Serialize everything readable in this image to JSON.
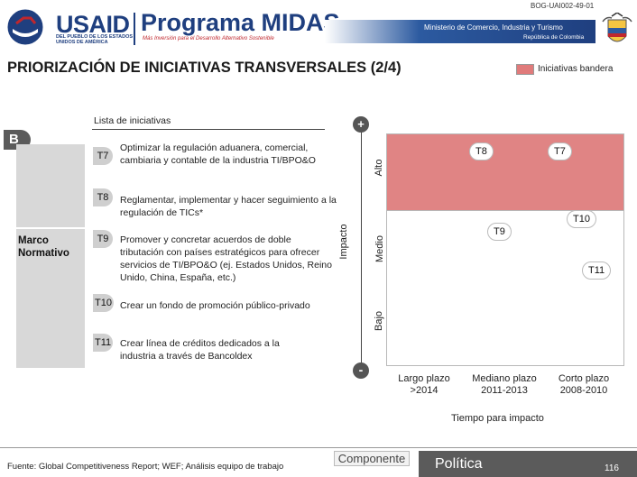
{
  "header": {
    "doc_code": "BOG-UAI002-49-01",
    "usaid": "USAID",
    "usaid_sub": "DEL PUEBLO DE LOS ESTADOS UNIDOS DE AMÉRICA",
    "program": "Programa MIDAS",
    "program_tagline": "Más Inversión para el Desarrollo Alternativo Sostenible",
    "ministry": "Ministerio de Comercio, Industria y Turismo",
    "republic": "República de Colombia"
  },
  "title": "PRIORIZACIÓN DE INICIATIVAS TRANSVERSALES (2/4)",
  "legend": {
    "label": "Iniciativas bandera",
    "color": "#e07b7b"
  },
  "section_badge": "B",
  "list_title": "Lista de iniciativas",
  "group_label": [
    "Marco",
    "Normativo"
  ],
  "initiatives": [
    {
      "id": "T7",
      "text": "Optimizar la regulación aduanera, comercial, cambiaria y contable de la industria TI/BPO&O"
    },
    {
      "id": "T8",
      "text": "Reglamentar, implementar y hacer seguimiento a la regulación de TICs*"
    },
    {
      "id": "T9",
      "text": "Promover y concretar acuerdos de doble tributación con países estratégicos para ofrecer servicios de TI/BPO&O (ej. Estados Unidos, Reino Unido, China, España, etc.)"
    },
    {
      "id": "T10",
      "text": "Crear un fondo de promoción público-privado"
    },
    {
      "id": "T11",
      "text": "Crear línea de créditos dedicados a la industria a través de Bancoldex"
    }
  ],
  "matrix": {
    "impact_axis": "Impacto",
    "plus": "+",
    "minus": "-",
    "impact_levels": [
      "Alto",
      "Medio",
      "Bajo"
    ],
    "time_axis": "Tiempo para impacto",
    "time_levels": [
      [
        "Largo plazo",
        ">2014"
      ],
      [
        "Mediano plazo",
        "2011-2013"
      ],
      [
        "Corto plazo",
        "2008-2010"
      ]
    ],
    "placements": [
      {
        "id": "T8",
        "time": "Mediano plazo",
        "impact": "Alto",
        "flagship": true
      },
      {
        "id": "T7",
        "time": "Corto plazo",
        "impact": "Alto",
        "flagship": true
      },
      {
        "id": "T10",
        "time": "Corto plazo",
        "impact": "Medio",
        "flagship": false
      },
      {
        "id": "T9",
        "time": "Mediano plazo",
        "impact": "Medio",
        "flagship": false
      },
      {
        "id": "T11",
        "time": "Corto plazo",
        "impact": "Medio",
        "flagship": false
      }
    ]
  },
  "footer": {
    "source": "Fuente: Global Competitiveness Report; WEF; Análisis equipo de trabajo",
    "component": "Componente",
    "politica": "Política",
    "page": "116"
  }
}
